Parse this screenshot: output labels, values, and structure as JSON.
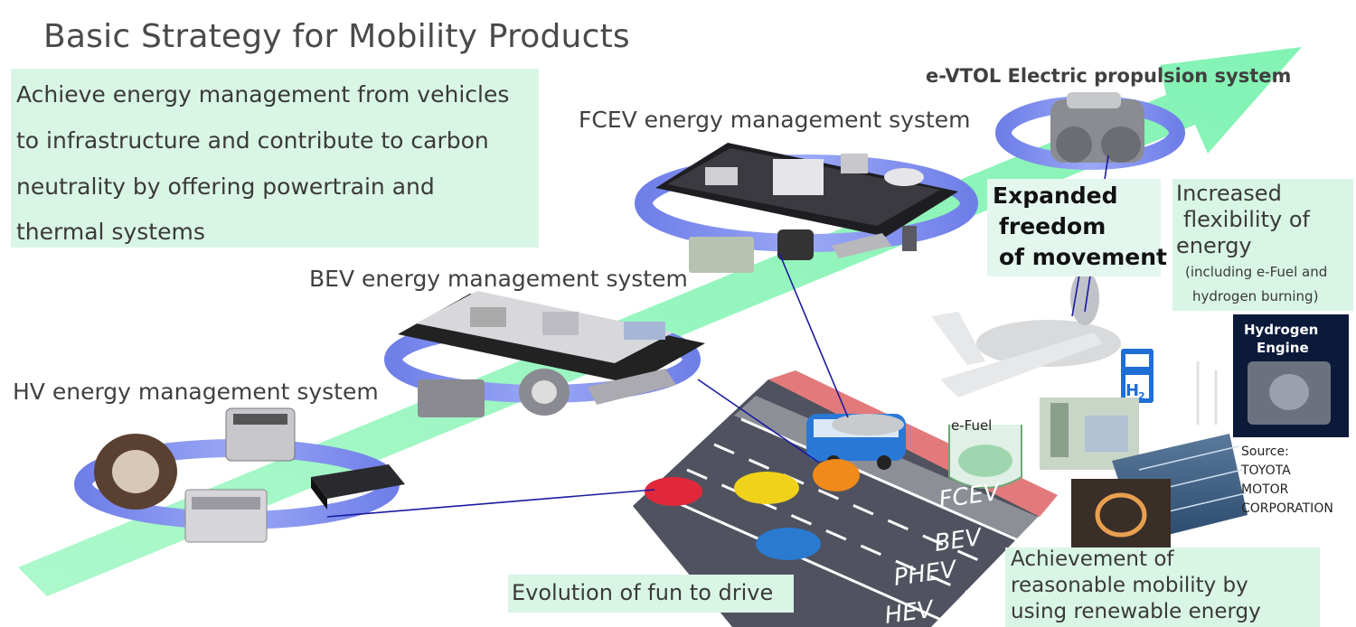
{
  "title": "Basic Strategy for Mobility Products",
  "goal_lines": [
    "Achieve energy management from vehicles",
    "to infrastructure and contribute to carbon",
    "neutrality by offering powertrain and",
    "thermal systems"
  ],
  "systems": {
    "hv": "HV energy management system",
    "bev": "BEV energy management system",
    "fcev": "FCEV energy management system",
    "evtol": "e-VTOL  Electric propulsion  system"
  },
  "callouts": {
    "freedom": [
      "Expanded",
      "freedom",
      "of movement"
    ],
    "flexibility": [
      "Increased",
      "flexibility of",
      "energy"
    ],
    "flexibility_note": [
      "(including e-Fuel and",
      "hydrogen burning)"
    ],
    "renewable": [
      "Achievement of",
      "reasonable mobility by",
      "using renewable energy"
    ],
    "fun": "Evolution of fun to drive"
  },
  "lanes": [
    "FCEV",
    "BEV",
    "PHEV",
    "HEV"
  ],
  "badges": {
    "efuel": "e-Fuel",
    "hydrogen_engine": [
      "Hydrogen",
      "Engine"
    ],
    "h2": "H",
    "h2_sub": "2"
  },
  "source_lines": [
    "Source:",
    "TOYOTA",
    "MOTOR",
    "CORPORATION"
  ],
  "colors": {
    "arrow": "#8cf5b8",
    "ring": "#7a8cf0",
    "callout_bg": "#d9f5e6",
    "road": "#4a4d5a",
    "fcev_lane": "#e0787a",
    "connector": "#1a1aa0"
  }
}
